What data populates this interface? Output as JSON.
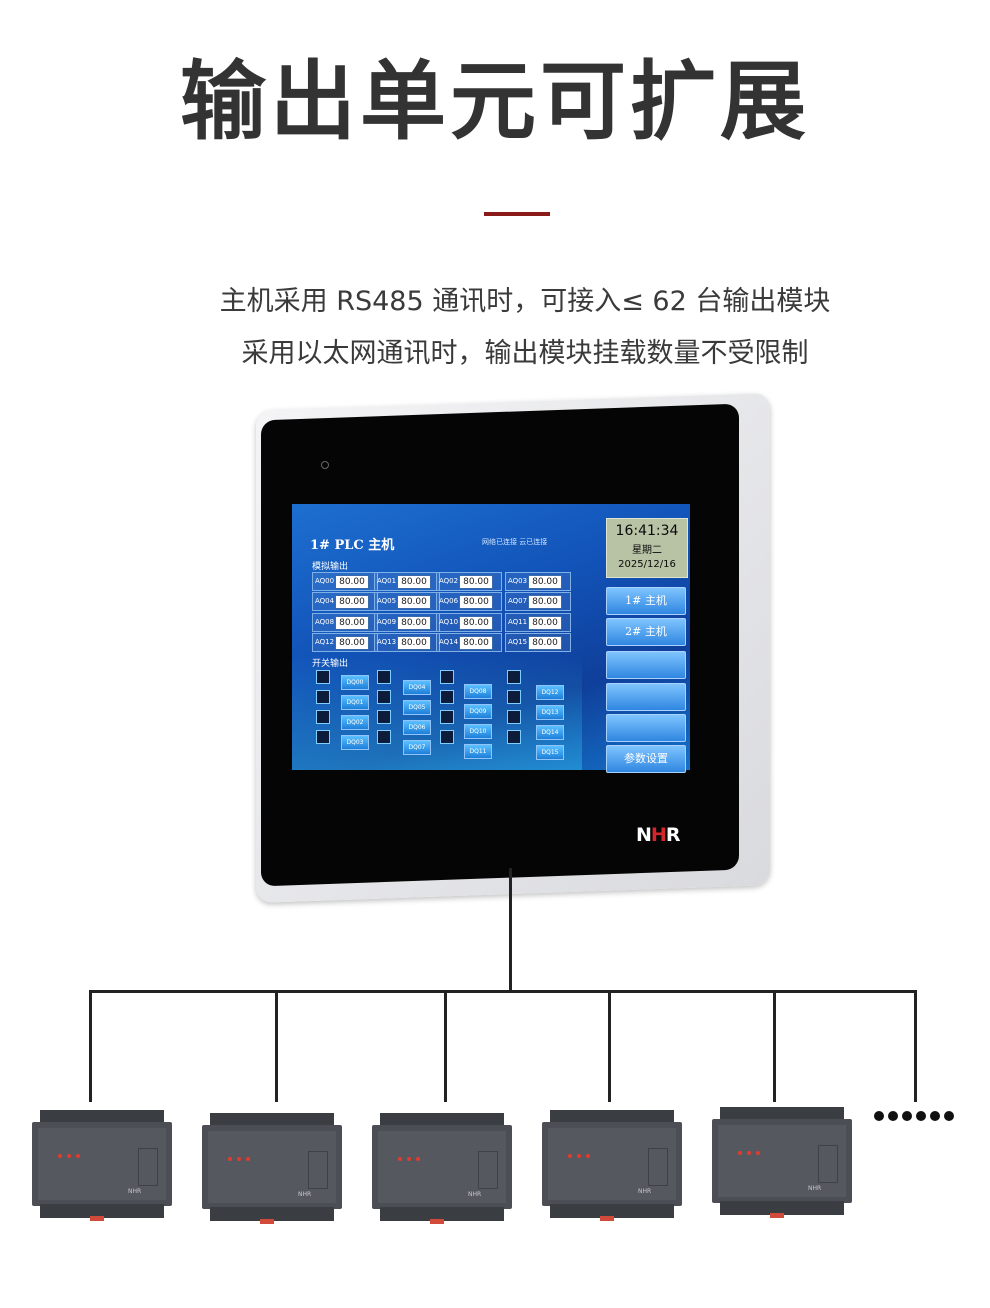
{
  "heading": {
    "title": "输出单元可扩展",
    "line1": "主机采用 RS485 通讯时，可接入≤ 62 台输出模块",
    "line2": "采用以太网通讯时，输出模块挂载数量不受限制"
  },
  "screen": {
    "title": "1# PLC 主机",
    "status": "网络已连接   云已连接",
    "analog_label": "模拟输出",
    "switch_label": "开关输出",
    "aq": [
      {
        "name": "AQ00",
        "value": "80.00"
      },
      {
        "name": "AQ01",
        "value": "80.00"
      },
      {
        "name": "AQ02",
        "value": "80.00"
      },
      {
        "name": "AQ03",
        "value": "80.00"
      },
      {
        "name": "AQ04",
        "value": "80.00"
      },
      {
        "name": "AQ05",
        "value": "80.00"
      },
      {
        "name": "AQ06",
        "value": "80.00"
      },
      {
        "name": "AQ07",
        "value": "80.00"
      },
      {
        "name": "AQ08",
        "value": "80.00"
      },
      {
        "name": "AQ09",
        "value": "80.00"
      },
      {
        "name": "AQ10",
        "value": "80.00"
      },
      {
        "name": "AQ11",
        "value": "80.00"
      },
      {
        "name": "AQ12",
        "value": "80.00"
      },
      {
        "name": "AQ13",
        "value": "80.00"
      },
      {
        "name": "AQ14",
        "value": "80.00"
      },
      {
        "name": "AQ15",
        "value": "80.00"
      }
    ],
    "dq": [
      "DQ00",
      "DQ01",
      "DQ02",
      "DQ03",
      "DQ04",
      "DQ05",
      "DQ06",
      "DQ07",
      "DQ08",
      "DQ09",
      "DQ10",
      "DQ11",
      "DQ12",
      "DQ13",
      "DQ14",
      "DQ15"
    ],
    "clock": {
      "time": "16:41:34",
      "weekday": "星期二",
      "date": "2025/12/16"
    },
    "buttons": {
      "host1": "1#  主机",
      "host2": "2#  主机",
      "blank3": "",
      "blank4": "",
      "blank5": "",
      "settings": "参数设置"
    }
  },
  "brand": {
    "n": "N",
    "h": "H",
    "r": "R"
  },
  "modules": [
    {
      "logo": "NHR"
    },
    {
      "logo": "NHR"
    },
    {
      "logo": "NHR"
    },
    {
      "logo": "NHR"
    },
    {
      "logo": "NHR"
    }
  ],
  "colors": {
    "accent_rule": "#8b1a1a",
    "screen_blue": "#1253b8",
    "module_gray": "#4b4e54",
    "led_red": "#e03b2c",
    "brand_red": "#d4242c"
  }
}
